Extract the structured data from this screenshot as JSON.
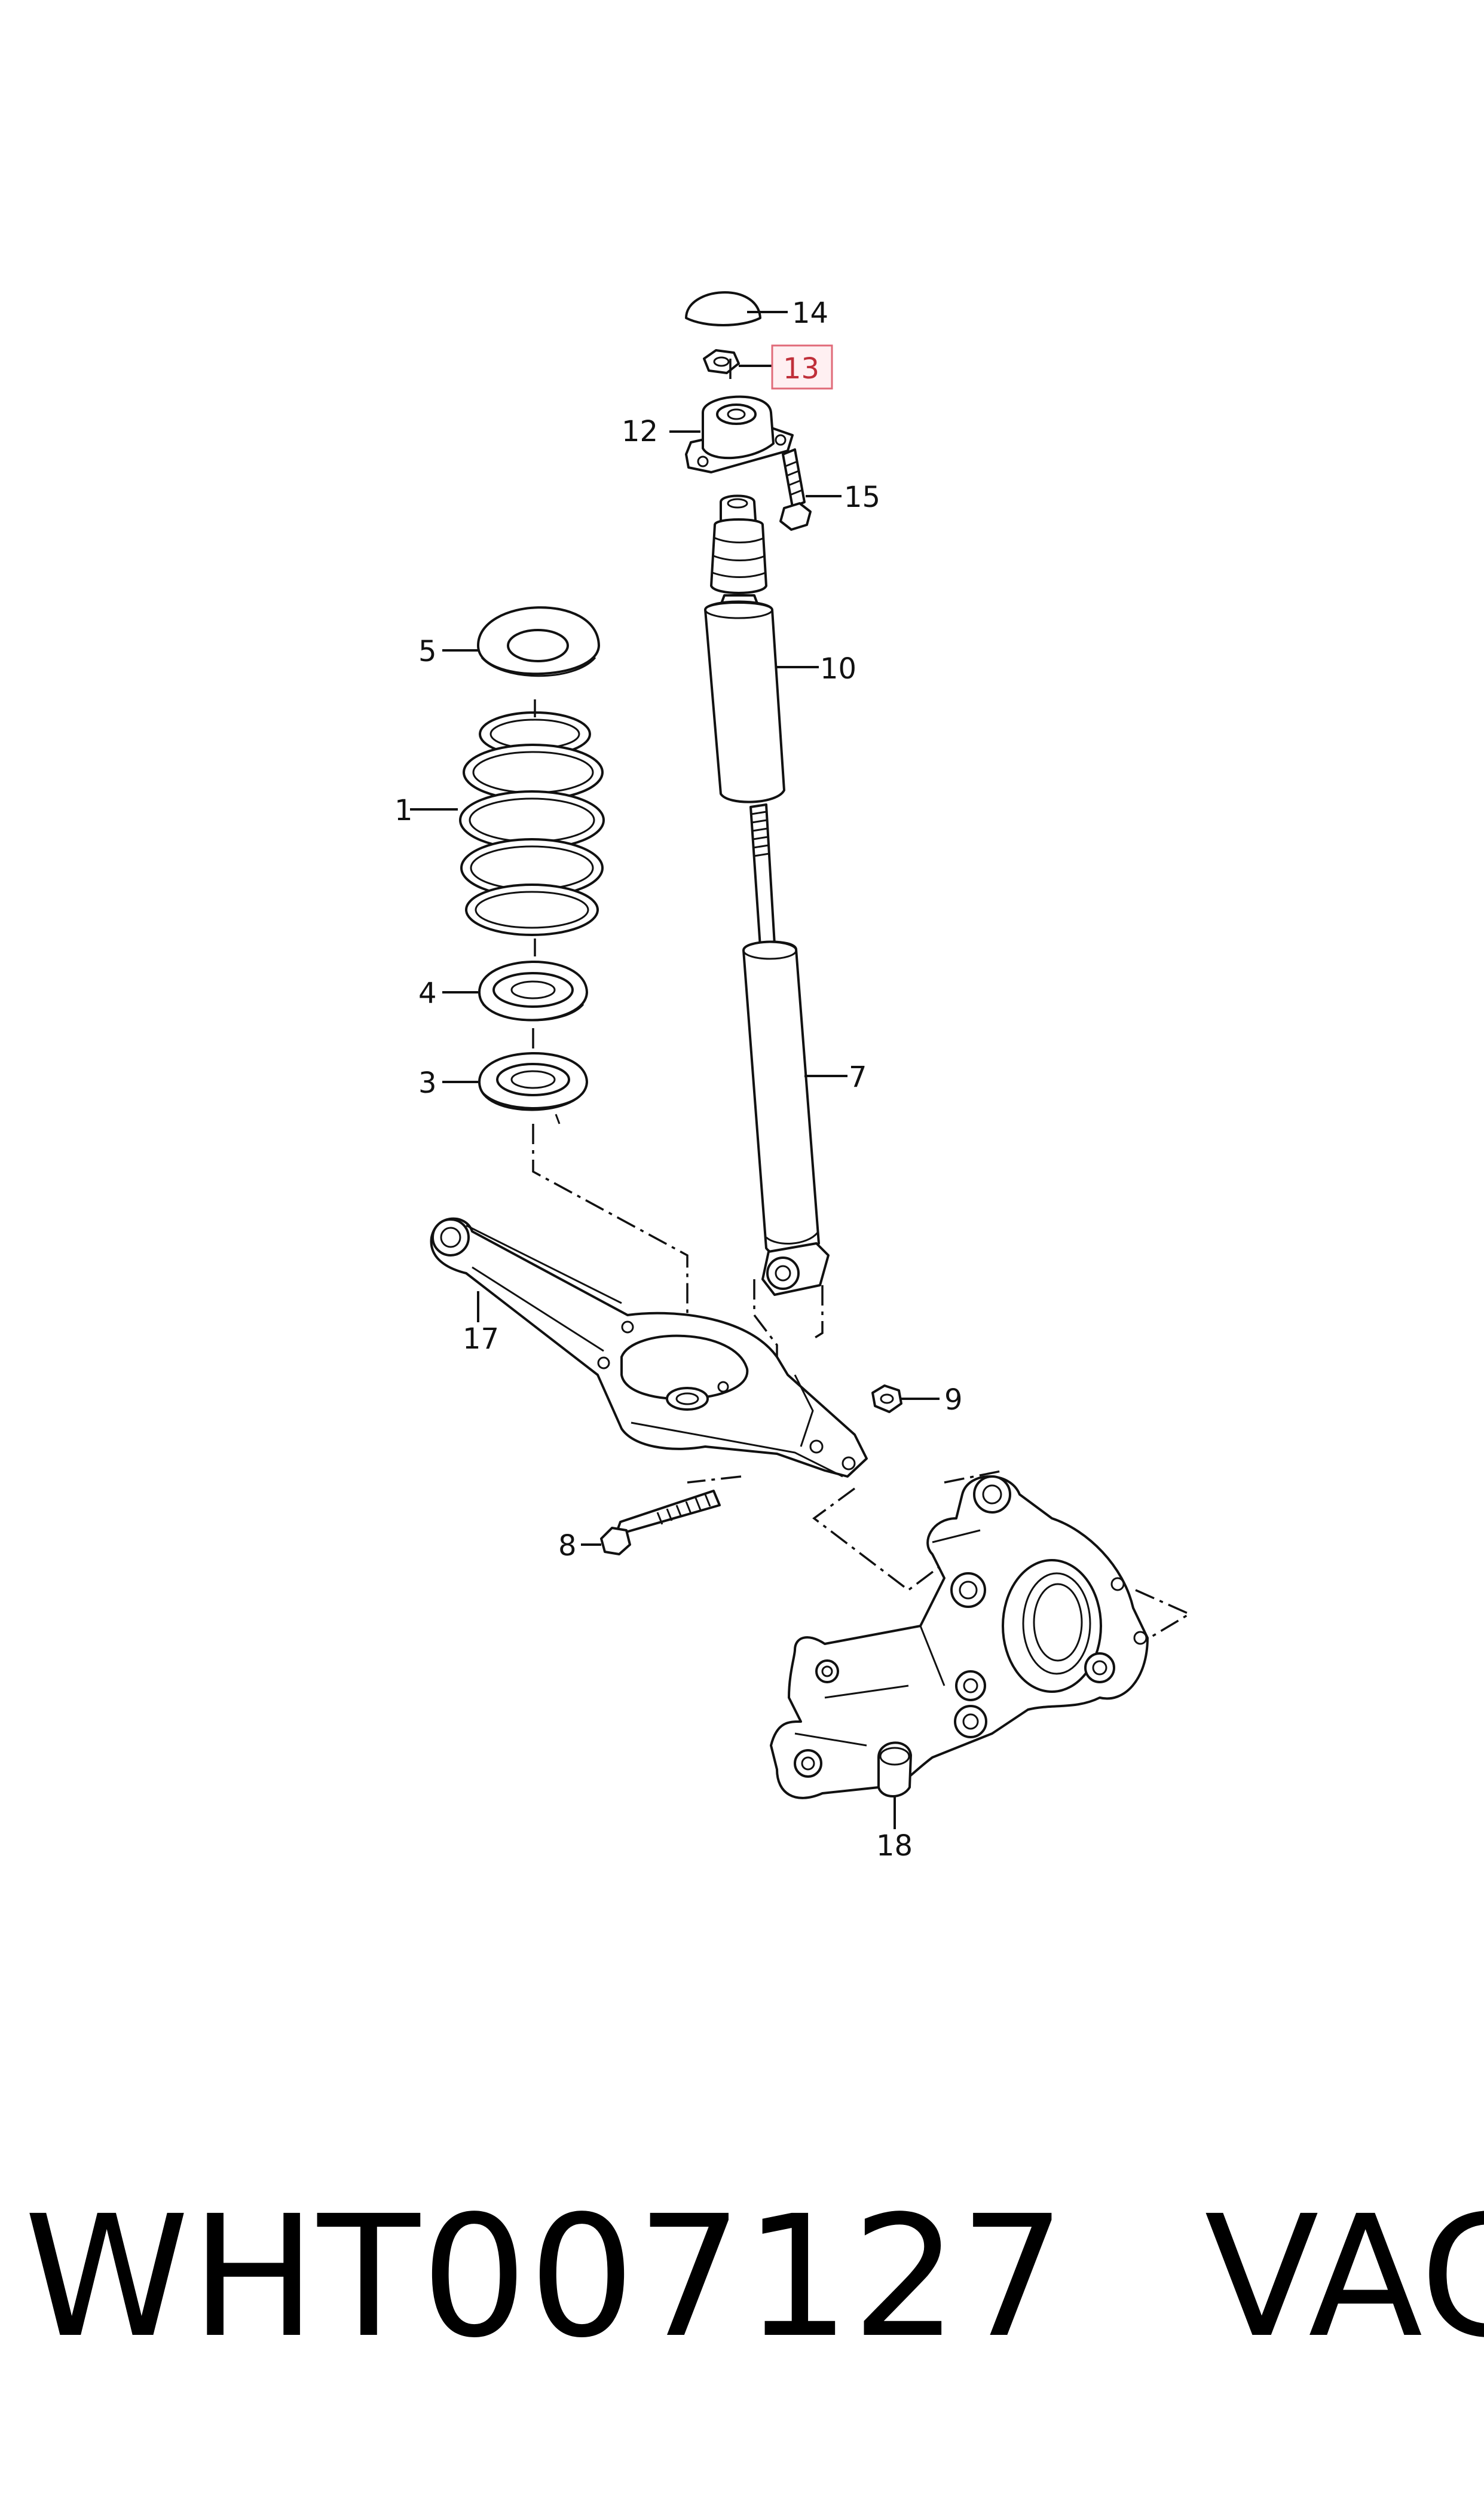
{
  "callouts": {
    "c1": "1",
    "c3": "3",
    "c4": "4",
    "c5": "5",
    "c7": "7",
    "c8": "8",
    "c9": "9",
    "c10": "10",
    "c12": "12",
    "c13": "13",
    "c14": "14",
    "c15": "15",
    "c17": "17",
    "c18": "18"
  },
  "highlighted_callout": "13",
  "highlight_color": "#e06a78",
  "footer": {
    "part_number": "WHT007127",
    "brand": "VAG"
  }
}
